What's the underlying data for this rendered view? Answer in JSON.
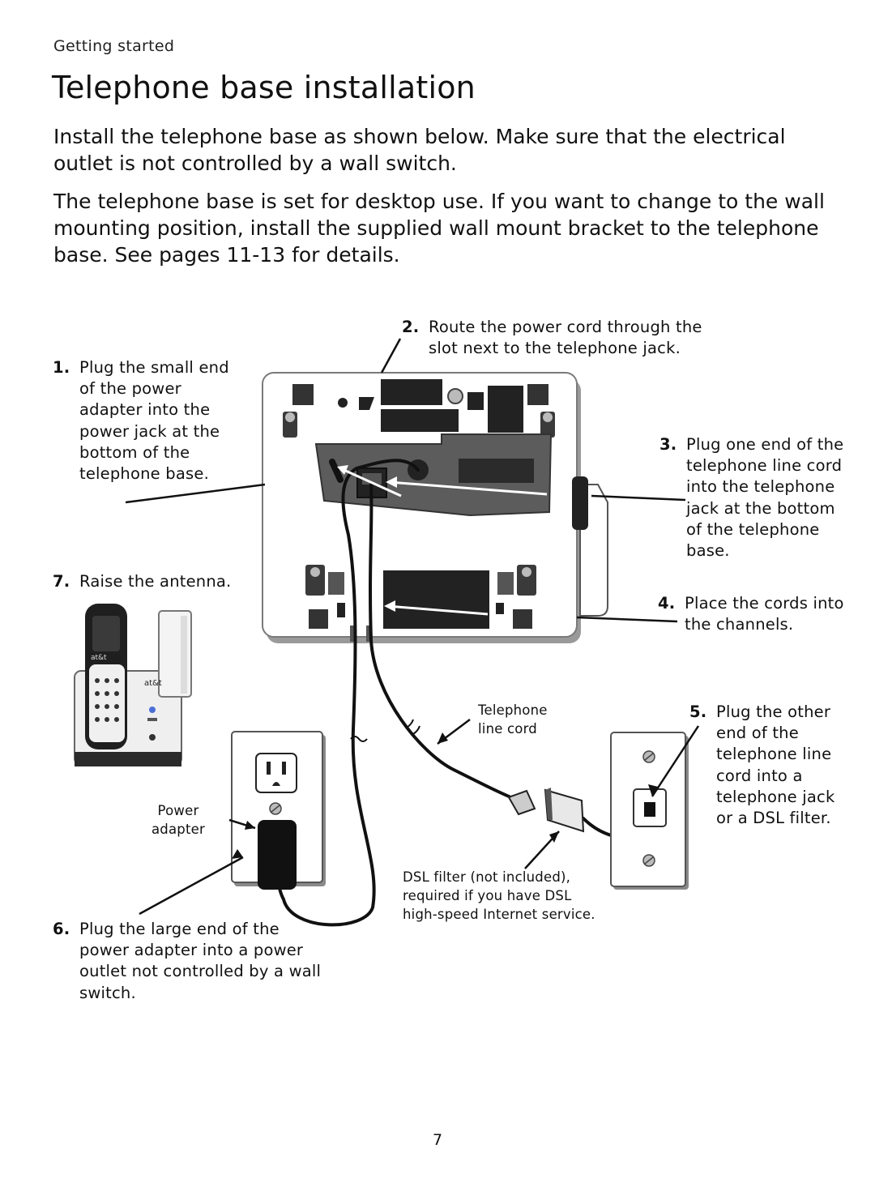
{
  "header": {
    "section": "Getting started",
    "title": "Telephone base installation"
  },
  "intro": {
    "p1": "Install the telephone base as shown below. Make sure that the electrical outlet is not controlled by a wall switch.",
    "p2": "The telephone base is set for desktop use. If you want to change to the wall mounting position, install the supplied wall mount bracket to the telephone base. See pages 11-13 for details."
  },
  "steps": [
    {
      "num": "1.",
      "text": "Plug the small end of the power adapter into the power jack at the bottom of the telephone base."
    },
    {
      "num": "2.",
      "text": "Route the power cord through the slot next to the telephone jack."
    },
    {
      "num": "3.",
      "text": "Plug one end of the telephone line cord into the telephone jack at the bottom of the telephone base."
    },
    {
      "num": "4.",
      "text": "Place the cords into the channels."
    },
    {
      "num": "5.",
      "text": "Plug the other end of the telephone line cord into a telephone jack or a DSL filter."
    },
    {
      "num": "6.",
      "text": "Plug the large end of the power adapter into a power outlet not controlled by a wall switch."
    },
    {
      "num": "7.",
      "text": "Raise the antenna."
    }
  ],
  "labels": {
    "power_adapter": "Power adapter",
    "telephone_line_cord": "Telephone line cord",
    "dsl_filter": "DSL filter (not included), required if you have DSL high-speed Internet service."
  },
  "illustration": {
    "brand": "at&t",
    "handset_brand": "at&t"
  },
  "footer": {
    "page_number": "7"
  }
}
